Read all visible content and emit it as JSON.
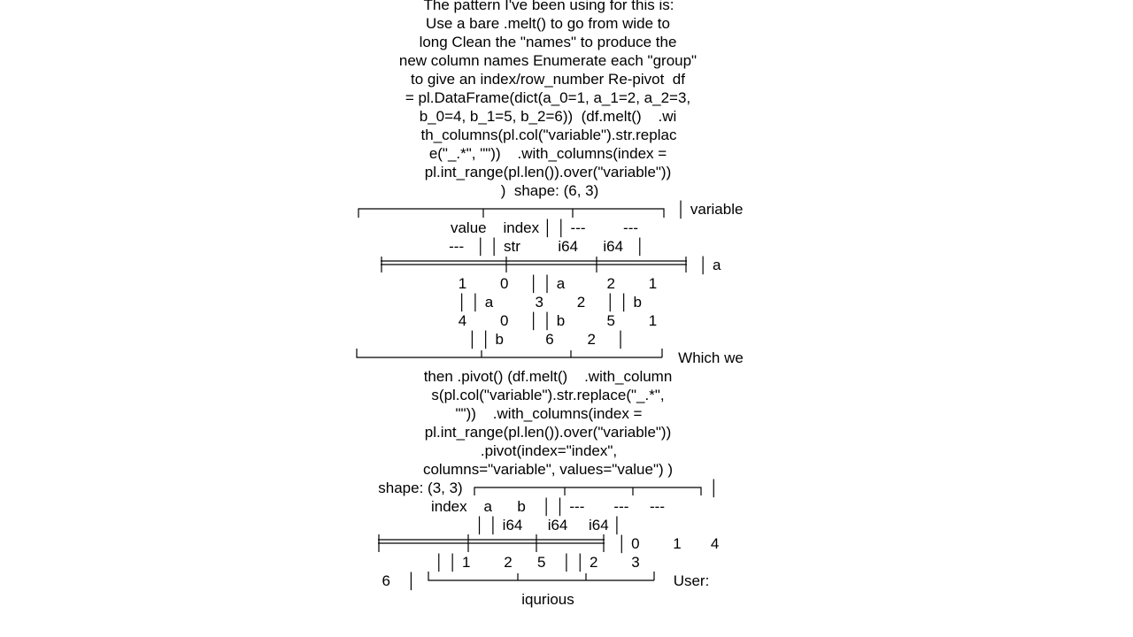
{
  "document": {
    "lines": [
      "The pattern I've been using for this is:",
      "Use a bare .melt() to go from wide to",
      "long Clean the \"names\" to produce the",
      "new column names Enumerate each \"group\"",
      "to give an index/row_number Re-pivot  df",
      "= pl.DataFrame(dict(a_0=1, a_1=2, a_2=3,",
      "b_0=4, b_1=5, b_2=6))  (df.melt()    .wi",
      "th_columns(pl.col(\"variable\").str.replac",
      "e(\"_.*\", \"\"))    .with_columns(index =",
      "pl.int_range(pl.len()).over(\"variable\"))",
      ")  shape: (6, 3)",
      "│ variable",
      "value    index │ │ ---         ---",
      "---   │ │ str         i64      i64   │",
      "│ a",
      "1        0     │ │ a          2        1",
      "│ │ a          3        2     │ │ b",
      "4        0     │ │ b          5        1",
      "│ │ b          6        2     │",
      "Which we",
      "then .pivot() (df.melt()    .with_column",
      "s(pl.col(\"variable\").str.replace(\"_.*\",",
      "\"\"))    .with_columns(index =",
      "pl.int_range(pl.len()).over(\"variable\"))",
      ".pivot(index=\"index\",",
      "columns=\"variable\", values=\"value\") )",
      "shape: (3, 3)",
      "│",
      "index    a      b    │ │ ---       ---     ---",
      "│ │ i64      i64     i64 │",
      "│ 0        1       4",
      "│ │ 1        2      5    │ │ 2        3",
      "6    │",
      "User:",
      "iqurious"
    ]
  }
}
